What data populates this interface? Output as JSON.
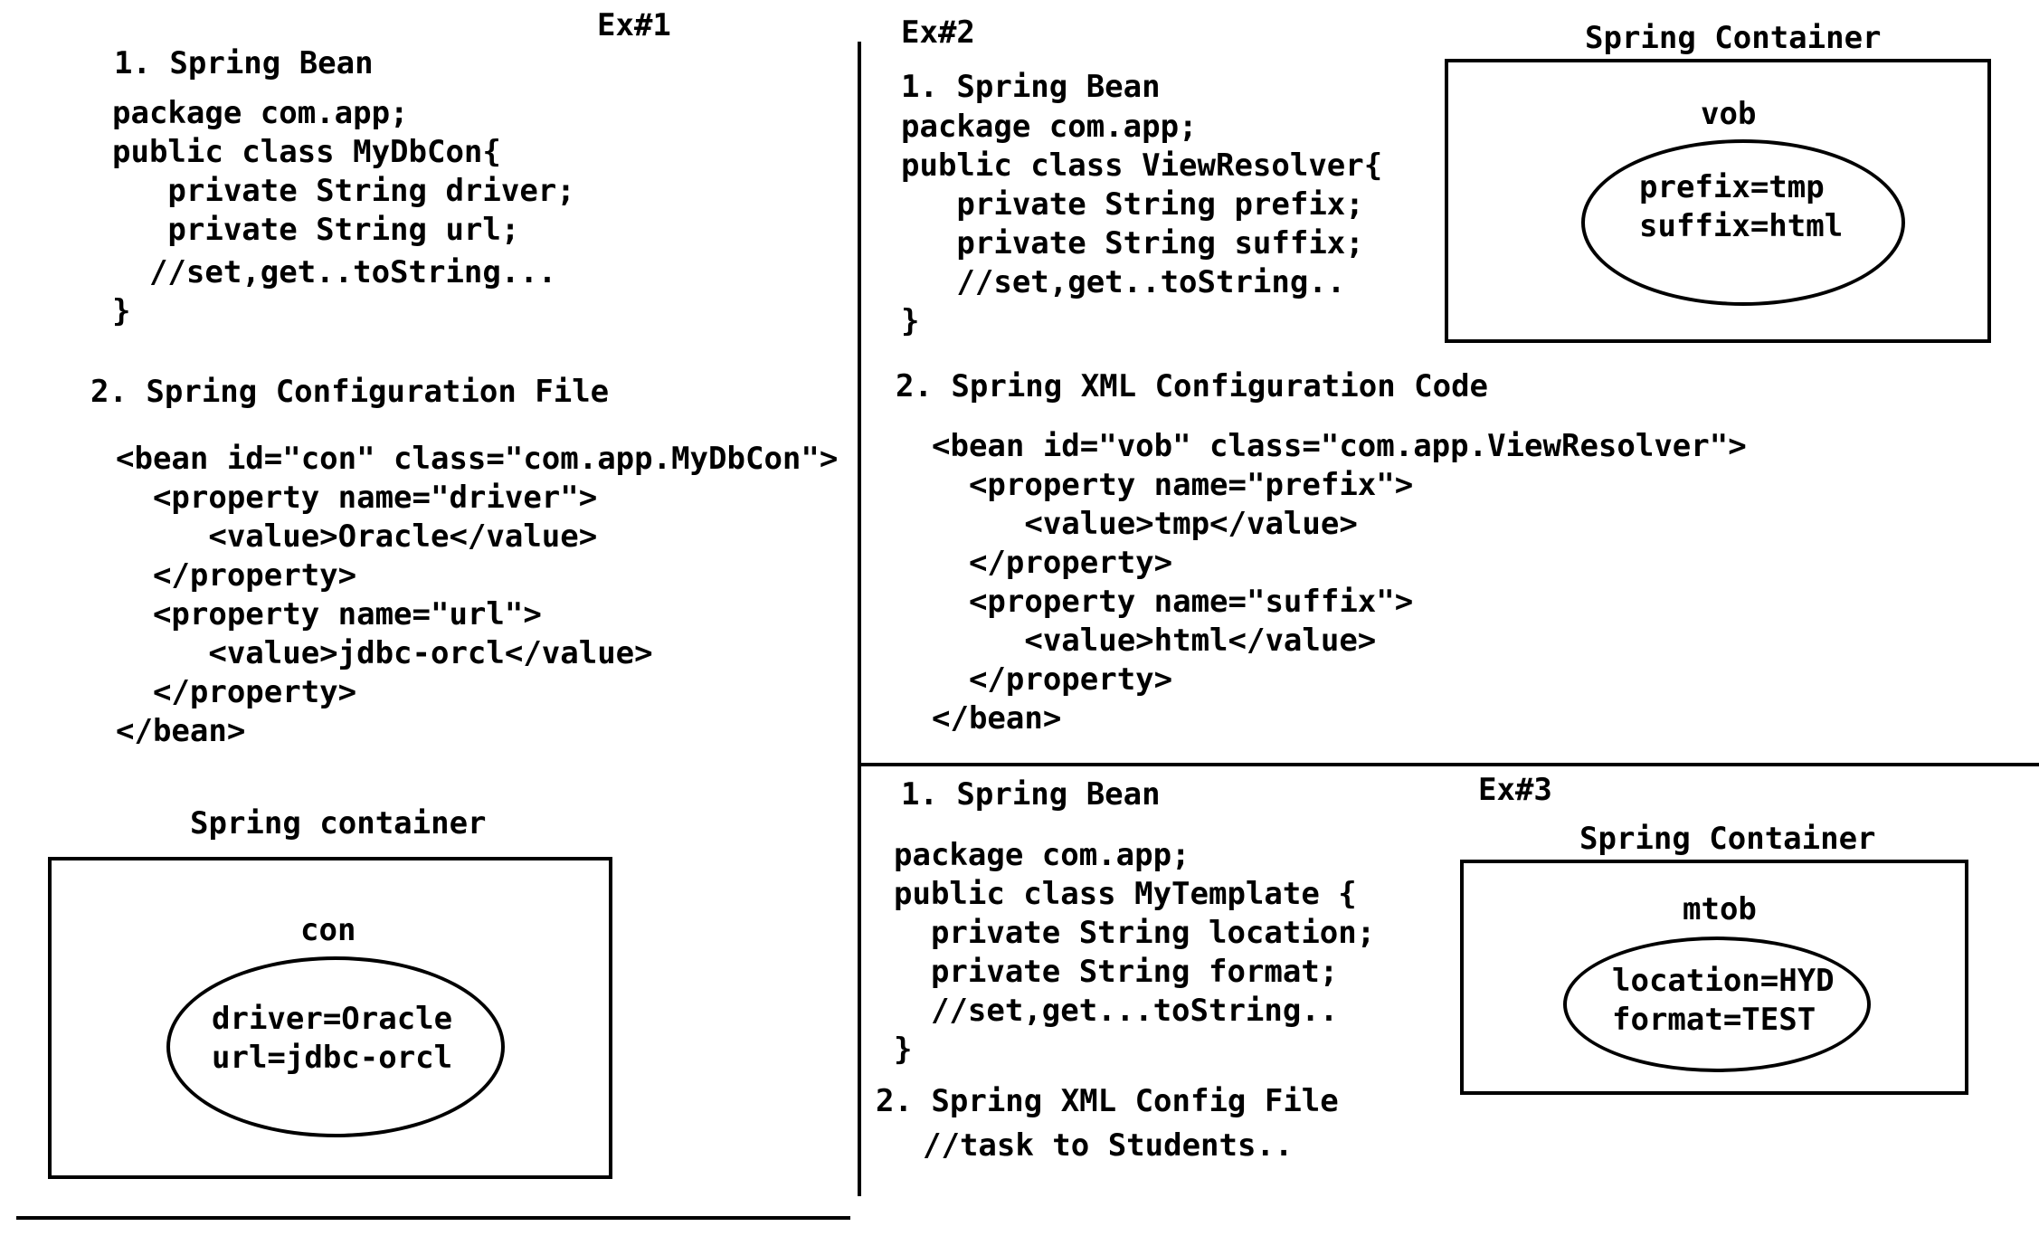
{
  "ex1": {
    "tag": "Ex#1",
    "bean_heading": "1. Spring Bean",
    "bean_code": [
      "package com.app;",
      "public class MyDbCon{",
      "   private String driver;",
      "   private String url;",
      "  //set,get..toString...",
      "}"
    ],
    "config_heading": "2. Spring Configuration File",
    "config_code": [
      "<bean id=\"con\" class=\"com.app.MyDbCon\">",
      "  <property name=\"driver\">",
      "     <value>Oracle</value>",
      "  </property>",
      "  <property name=\"url\">",
      "     <value>jdbc-orcl</value>",
      "  </property>",
      "</bean>"
    ],
    "container_title": "Spring container",
    "object_name": "con",
    "object_props": [
      "driver=Oracle",
      "url=jdbc-orcl"
    ]
  },
  "ex2": {
    "tag": "Ex#2",
    "bean_heading": "1. Spring Bean",
    "bean_code": [
      "package com.app;",
      "public class ViewResolver{",
      "   private String prefix;",
      "   private String suffix;",
      "   //set,get..toString..",
      "}"
    ],
    "config_heading": "2. Spring XML Configuration Code",
    "config_code": [
      "<bean id=\"vob\" class=\"com.app.ViewResolver\">",
      "  <property name=\"prefix\">",
      "     <value>tmp</value>",
      "  </property>",
      "  <property name=\"suffix\">",
      "     <value>html</value>",
      "  </property>",
      "</bean>"
    ],
    "container_title": "Spring Container",
    "object_name": "vob",
    "object_props": [
      "prefix=tmp",
      "suffix=html"
    ]
  },
  "ex3": {
    "tag": "Ex#3",
    "bean_heading": "1. Spring Bean",
    "bean_code": [
      "package com.app;",
      "public class MyTemplate {",
      "  private String location;",
      "  private String format;",
      "  //set,get...toString..",
      "}"
    ],
    "config_heading": "2. Spring XML Config File",
    "config_note": "//task to Students..",
    "container_title": "Spring Container",
    "object_name": "mtob",
    "object_props": [
      "location=HYD",
      "format=TEST"
    ]
  }
}
